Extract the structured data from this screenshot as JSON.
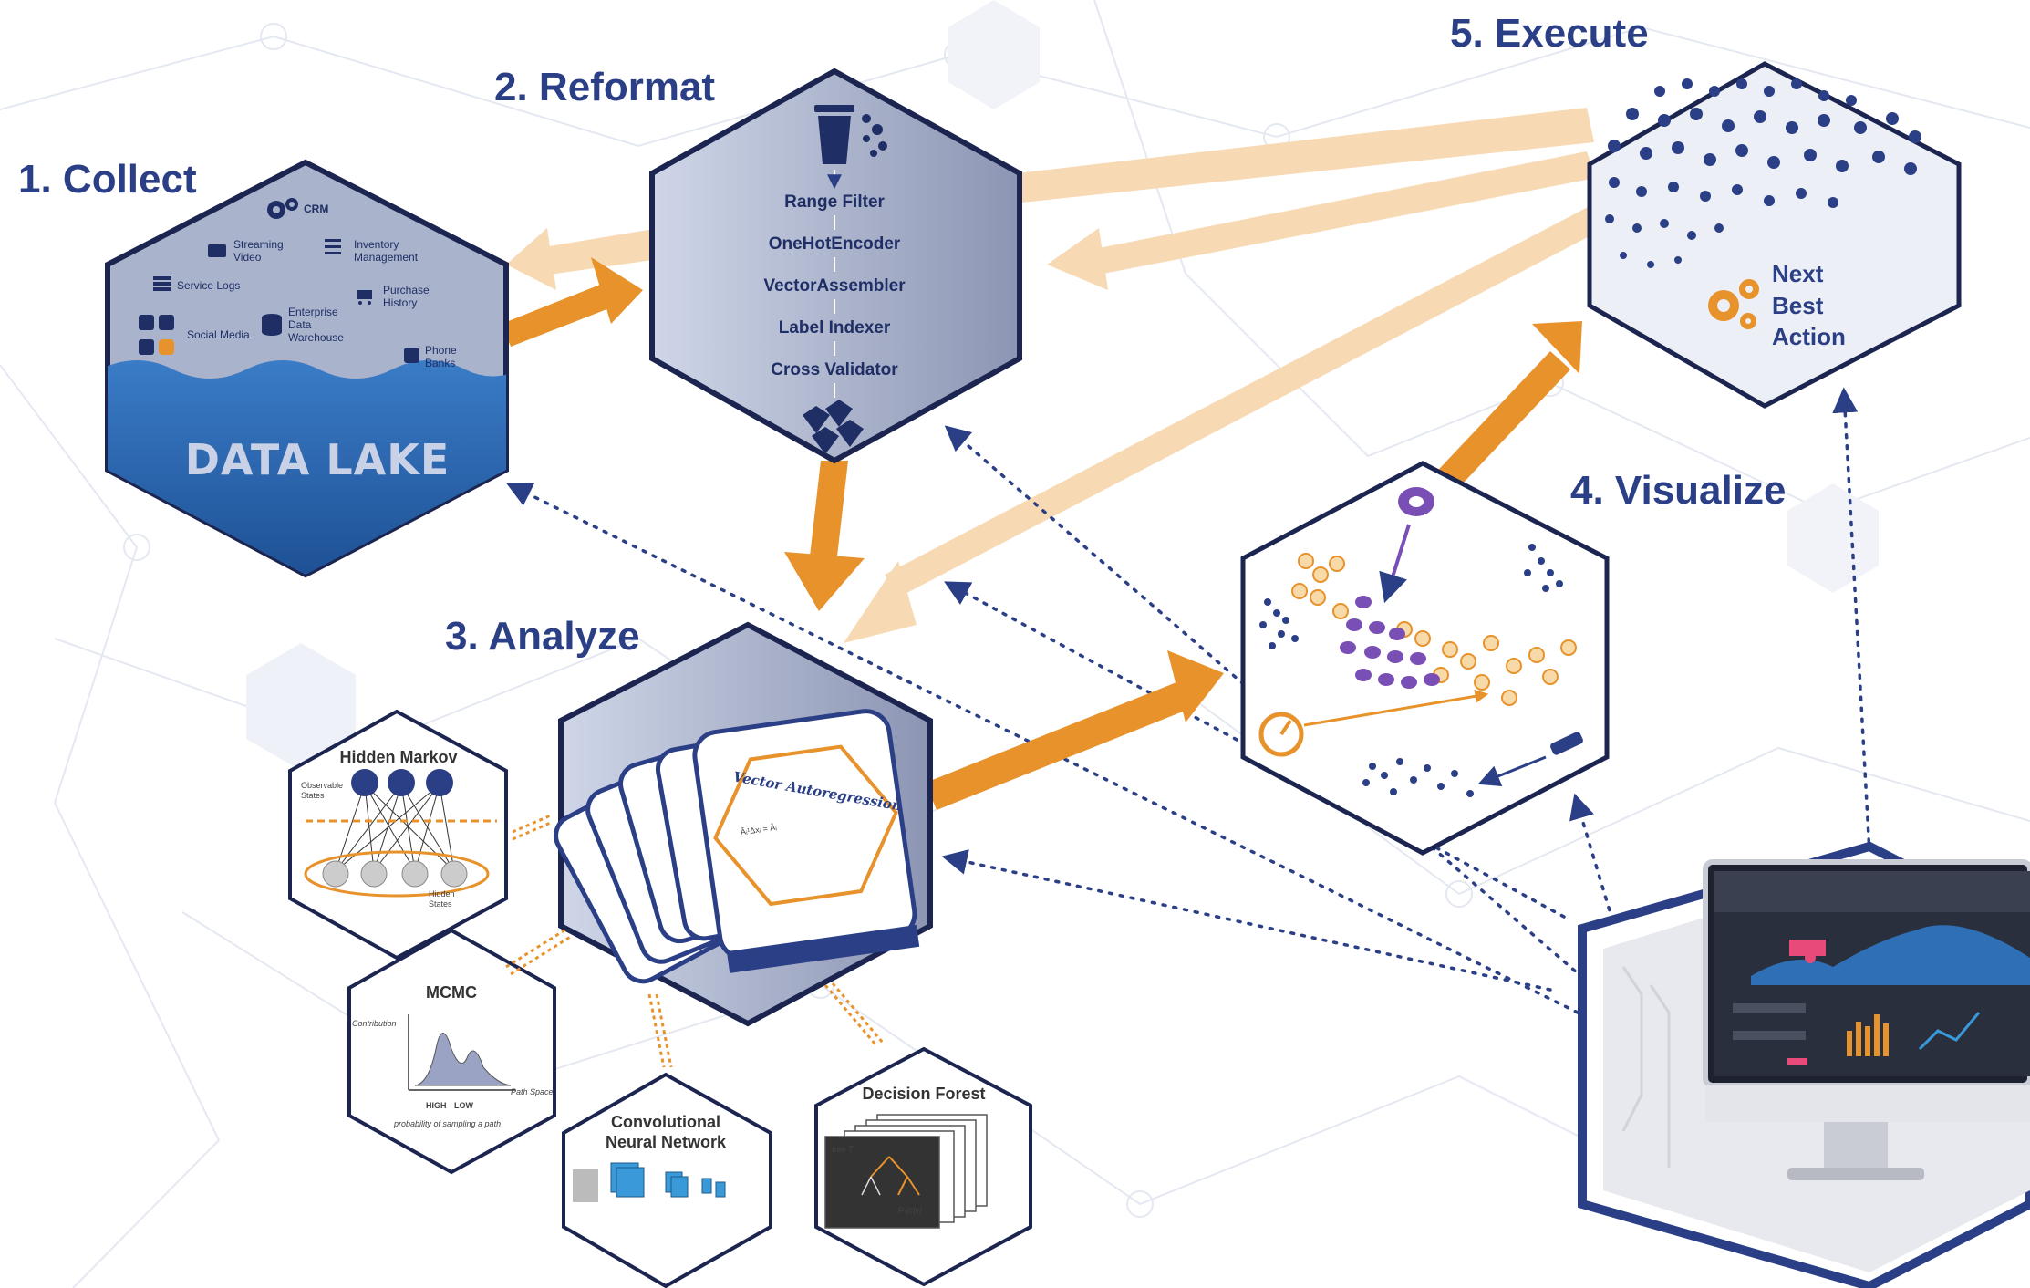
{
  "steps": {
    "collect": "1. Collect",
    "reformat": "2. Reformat",
    "analyze": "3. Analyze",
    "visualize": "4. Visualize",
    "execute": "5. Execute"
  },
  "data_sources": {
    "crm": "CRM",
    "streaming_1": "Streaming",
    "streaming_2": "Video",
    "inventory_1": "Inventory",
    "inventory_2": "Management",
    "service_logs": "Service Logs",
    "purchase_1": "Purchase",
    "purchase_2": "History",
    "edw_1": "Enterprise",
    "edw_2": "Data",
    "edw_3": "Warehouse",
    "social": "Social Media",
    "phone_1": "Phone",
    "phone_2": "Banks"
  },
  "data_lake": "DATA LAKE",
  "pipeline": [
    "Range Filter",
    "OneHotEncoder",
    "VectorAssembler",
    "Label Indexer",
    "Cross Validator"
  ],
  "analyze_card": "Vector Autoregression",
  "card_formula": "Âᵢ¹Δxᵢ = Âᵢ",
  "execute": {
    "line1": "Next",
    "line2": "Best",
    "line3": "Action"
  },
  "models": {
    "hmm": {
      "title": "Hidden Markov",
      "observable_1": "Observable",
      "observable_2": "States",
      "hidden_1": "Hidden",
      "hidden_2": "States"
    },
    "mcmc": {
      "title": "MCMC",
      "ylabel": "Contribution",
      "xlabel": "Path Space",
      "high": "HIGH",
      "low": "LOW",
      "caption": "probability of sampling a path"
    },
    "cnn": {
      "title_1": "Convolutional",
      "title_2": "Neural  Network"
    },
    "forest": {
      "title": "Decision Forest",
      "tree": "tree T",
      "prob": "Pₜ(c|v)"
    }
  },
  "colors": {
    "navy": "#2b3f86",
    "orange": "#e8922b",
    "light_orange": "#f7d9b3",
    "hex_gray": "#b5bdd4",
    "lake_blue": "#2f6db5"
  },
  "icons": [
    "gear-icon",
    "video-icon",
    "list-icon",
    "log-icon",
    "cart-icon",
    "database-icon",
    "twitter-icon",
    "facebook-icon",
    "snapchat-icon",
    "instagram-icon",
    "phone-icon",
    "trash-icon",
    "diamond-icon",
    "magnet-icon",
    "gauge-icon",
    "plug-icon",
    "monitor-icon"
  ]
}
